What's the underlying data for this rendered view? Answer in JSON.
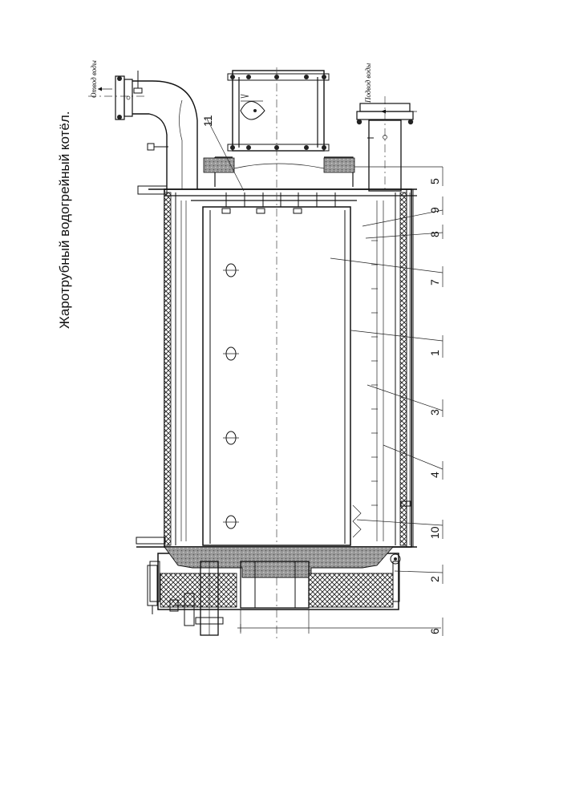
{
  "title": "Жаротрубный водогрейный котёл.",
  "outlet_label": "Отвод воды",
  "inlet_label": "Подвод воды",
  "callouts": [
    "11",
    "5",
    "9",
    "8",
    "7",
    "1",
    "3",
    "4",
    "10",
    "2",
    "6"
  ]
}
